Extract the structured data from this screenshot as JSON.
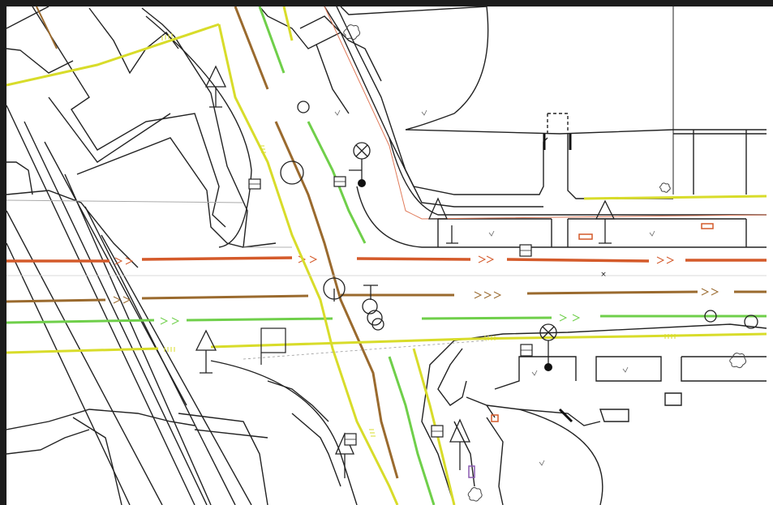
{
  "map": {
    "kind": "street intersection utility plan (CAD line drawing)",
    "background_color": "#ffffff",
    "frame_color": "#1c1c1c",
    "line_colors": {
      "building_outline": "#222222",
      "water_main": "#d45a2a",
      "sewer": "#9a6a2e",
      "gas": "#6fcf4a",
      "electric": "#d8dc2a",
      "telecom": "#e07a5a",
      "purple_marker": "#8a5ab0"
    },
    "visible_text": [
      "×"
    ],
    "legend": [],
    "symbols": [
      "tree-symbol",
      "street-light-symbol",
      "manhole-symbol",
      "signal-pole-symbol",
      "hydrant-symbol",
      "catch-basin-symbol"
    ]
  }
}
